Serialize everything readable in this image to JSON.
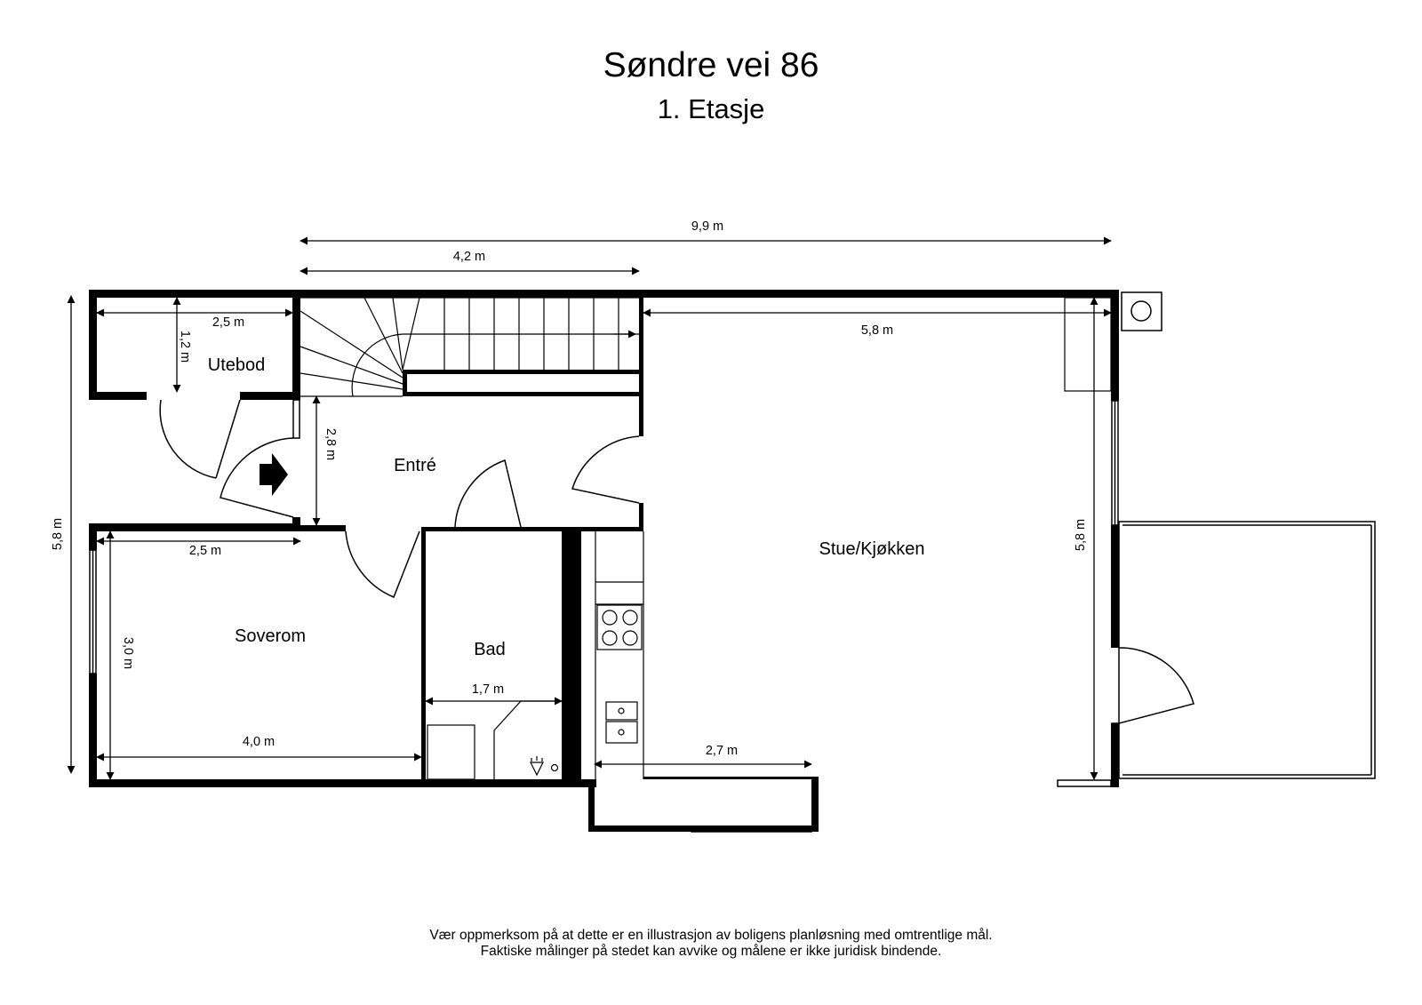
{
  "header": {
    "address": "Søndre vei 86",
    "floor": "1. Etasje"
  },
  "rooms": {
    "utebod": "Utebod",
    "entre": "Entré",
    "soverom": "Soverom",
    "bad": "Bad",
    "stue": "Stue/Kjøkken"
  },
  "dimensions": {
    "total_width": "9,9 m",
    "stair_width": "4,2 m",
    "utebod_width": "2,5 m",
    "utebod_depth": "1,2 m",
    "entre_depth": "2,8 m",
    "stue_width": "5,8 m",
    "stue_depth": "5,8 m",
    "total_depth": "5,8 m",
    "soverom_width_top": "2,5 m",
    "soverom_depth": "3,0 m",
    "soverom_width": "4,0 m",
    "bad_width": "1,7 m",
    "kitchen_width": "2,7 m"
  },
  "disclaimer": {
    "line1": "Vær oppmerksom på at dette er en illustrasjon av boligens planløsning med omtrentlige mål.",
    "line2": "Faktiske målinger på stedet kan avvike og målene er ikke juridisk bindende."
  }
}
